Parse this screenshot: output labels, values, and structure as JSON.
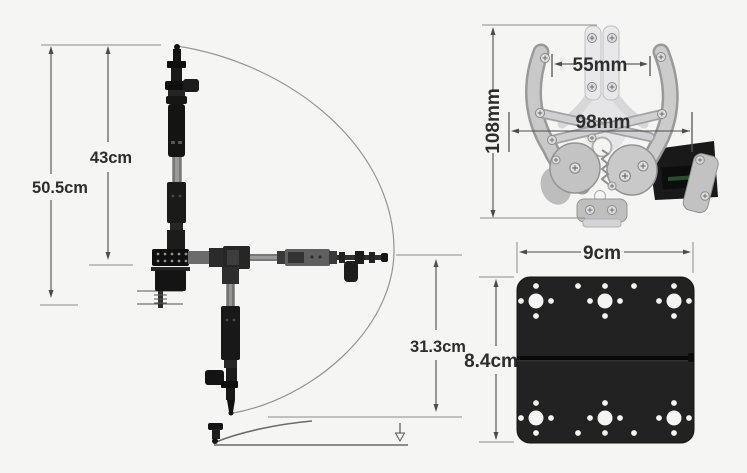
{
  "figure": {
    "description": "Robotic arm kit dimension diagram",
    "arm": {
      "labels": {
        "total_height": "50.5cm",
        "upper_height": "43cm",
        "lower_reach": "31.3cm"
      }
    },
    "gripper": {
      "labels": {
        "jaw_opening": "55mm",
        "body_width": "98mm",
        "length": "108mm"
      }
    },
    "plate": {
      "labels": {
        "width": "9cm",
        "height": "8.4cm"
      }
    },
    "colors": {
      "background": "#f5f5f3",
      "dimension_line": "#4d4d4d",
      "label_text": "#2d2d2d",
      "arm_dark": "#171717",
      "metal_silver": "#c7c7c7",
      "plate_black": "#222222",
      "hole_light": "#f4f4f2"
    }
  }
}
